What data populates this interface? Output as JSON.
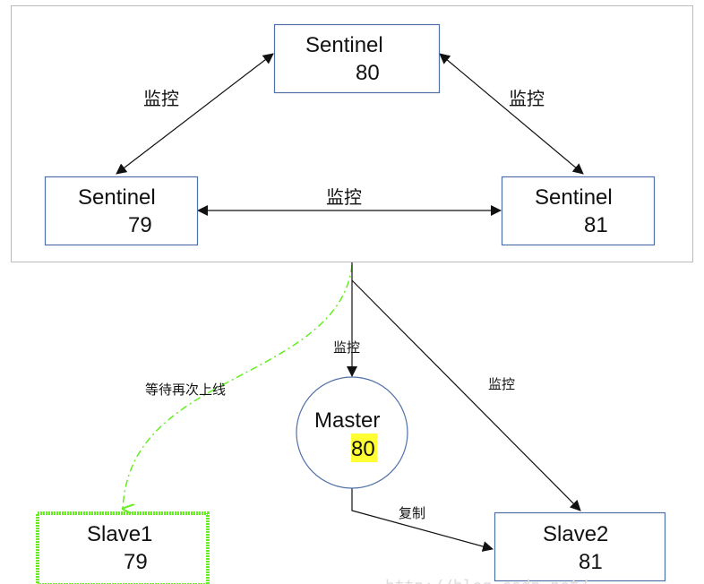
{
  "nodes": {
    "sentinel80": {
      "name": "Sentinel",
      "port": "80"
    },
    "sentinel79": {
      "name": "Sentinel",
      "port": "79"
    },
    "sentinel81": {
      "name": "Sentinel",
      "port": "81"
    },
    "master": {
      "name": "Master",
      "port": "80"
    },
    "slave1": {
      "name": "Slave1",
      "port": "79"
    },
    "slave2": {
      "name": "Slave2",
      "port": "81"
    }
  },
  "edges": {
    "s80_s79": "监控",
    "s80_s81": "监控",
    "s79_s81": "监控",
    "to_master": "监控",
    "to_slave2": "监控",
    "to_slave1": "等待再次上线",
    "replicate": "复制"
  },
  "watermark": "http://blog.csdn.net/",
  "colors": {
    "box_border": "#4f6fa8",
    "highlight": "#ffff33",
    "offline": "#66ee22"
  }
}
